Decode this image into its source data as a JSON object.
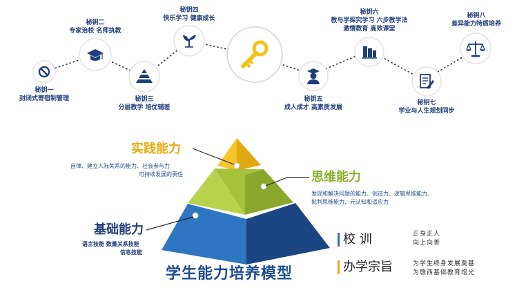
{
  "colors": {
    "navy": "#1f3f7a",
    "gold": "#f2c21a",
    "green": "#9bbf2a",
    "blue": "#2e6fb8",
    "dark_blue": "#1a3f7c"
  },
  "keys": [
    {
      "icon": "no-entry-icon",
      "title": "秘钥一",
      "text": "封闭式寄宿制管理"
    },
    {
      "icon": "graduation-cap-icon",
      "title": "秘钥二",
      "text": "专家治校  名师执教"
    },
    {
      "icon": "pyramid-icon",
      "title": "秘钥三",
      "text": "分层教学  培优辅差"
    },
    {
      "icon": "sprout-icon",
      "title": "秘钥四",
      "text": "快乐学习  健康成长"
    },
    {
      "icon": "key-icon",
      "title": "",
      "text": ""
    },
    {
      "icon": "graduate-icon",
      "title": "秘钥五",
      "text": "成人成才 高素质发展"
    },
    {
      "icon": "books-icon",
      "title": "秘钥六",
      "text": "教与学探究学习  六步教学法",
      "text2": "激情教育  高效课堂"
    },
    {
      "icon": "document-pen-icon",
      "title": "秘钥七",
      "text": "学业与人生规划同步"
    },
    {
      "icon": "scales-icon",
      "title": "秘钥八",
      "text": "差异能力特质培养"
    }
  ],
  "abilities": {
    "practice": {
      "title": "实践能力",
      "desc1": "自律、建立人际关系的能力、社会参与力",
      "desc2": "可持续发展的责任"
    },
    "thinking": {
      "title": "思维能力",
      "desc1": "发现和解决问题的能力、创造力、逻辑思维能力、",
      "desc2": "批判思维能力、元认知和适应力"
    },
    "basic": {
      "title": "基础能力",
      "desc1": "语言技能  数量关系技能",
      "desc2": "信息技能"
    }
  },
  "model_title": "学生能力培养模型",
  "motto": {
    "school_motto_label": "校    训",
    "school_motto_line1": "正身正人",
    "school_motto_line2": "向上向善",
    "purpose_label": "办学宗旨",
    "purpose_line1": "为学生终身发展奠基",
    "purpose_line2": "为赣西基础教育增光"
  }
}
